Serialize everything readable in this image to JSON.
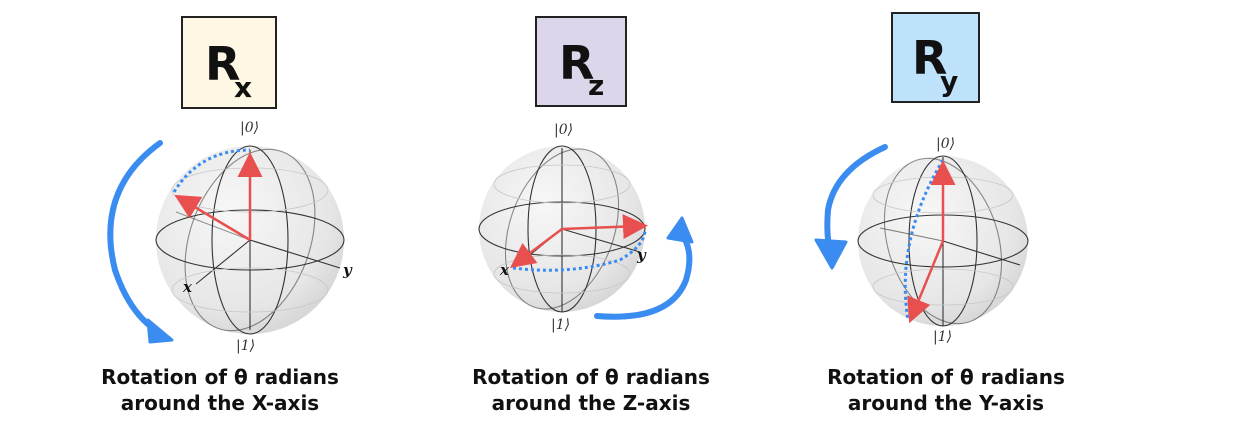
{
  "panels": [
    {
      "gate_letter": "R",
      "gate_subscript": "x",
      "box_color": "#fdf7e3",
      "ket_top": "|0⟩",
      "ket_bottom": "|1⟩",
      "axis_x": "x",
      "axis_y": "y",
      "caption_line1": "Rotation of θ radians",
      "caption_line2": "around the X-axis"
    },
    {
      "gate_letter": "R",
      "gate_subscript": "z",
      "box_color": "#ddd6ea",
      "ket_top": "|0⟩",
      "ket_bottom": "|1⟩",
      "axis_x": "x",
      "axis_y": "y",
      "caption_line1": "Rotation of θ radians",
      "caption_line2": "around the Z-axis"
    },
    {
      "gate_letter": "R",
      "gate_subscript": "y",
      "box_color": "#bfe2fb",
      "ket_top": "|0⟩",
      "ket_bottom": "|1⟩",
      "caption_line1": "Rotation of θ radians",
      "caption_line2": "around the Y-axis"
    }
  ],
  "colors": {
    "state_vector": "#e8504f",
    "rotation_arrow": "#3b8cf0",
    "sphere_line": "#333333"
  }
}
